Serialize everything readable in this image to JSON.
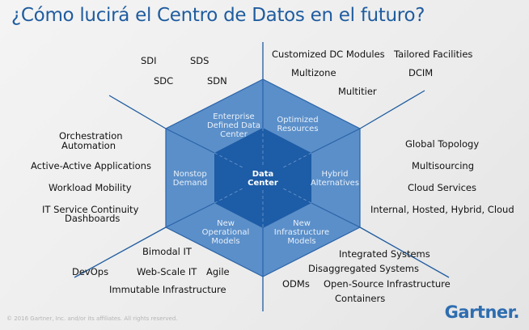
{
  "title": "¿Cómo lucirá el Centro de Datos en el futuro?",
  "hexagon": {
    "center": [
      "Data",
      "Center"
    ],
    "segments": [
      [
        "Enterprise",
        "Defined Data",
        "Center"
      ],
      [
        "Optimized",
        "Resources"
      ],
      [
        "Hybrid",
        "Alternatives"
      ],
      [
        "New",
        "Infrastructure",
        "Models"
      ],
      [
        "New",
        "Operational",
        "Models"
      ],
      [
        "Nonstop",
        "Demand"
      ]
    ]
  },
  "labels": {
    "top_left": [
      "SDI",
      "SDS",
      "SDC",
      "SDN"
    ],
    "top_right": [
      "Customized DC Modules",
      "Tailored Facilities",
      "Multizone",
      "DCIM",
      "Multitier"
    ],
    "right": [
      "Global Topology",
      "Multisourcing",
      "Cloud Services",
      "Internal, Hosted, Hybrid, Cloud"
    ],
    "bottom_right": [
      "Integrated Systems",
      "Disaggregated Systems",
      "ODMs",
      "Open-Source Infrastructure",
      "Containers"
    ],
    "bottom_left": [
      "Bimodal IT",
      "DevOps",
      "Web-Scale IT",
      "Agile",
      "Immutable Infrastructure"
    ],
    "left": [
      "Orchestration",
      "Automation",
      "Active-Active Applications",
      "Workload Mobility",
      "IT Service Continuity",
      "Dashboards"
    ]
  },
  "footer": {
    "copyright": "© 2016 Gartner, Inc. and/or its affiliates. All rights reserved.",
    "logo": "Gartner."
  },
  "colors": {
    "outer": "#5b8fc9",
    "inner": "#1d5ca6",
    "title": "#1f5c9f"
  }
}
